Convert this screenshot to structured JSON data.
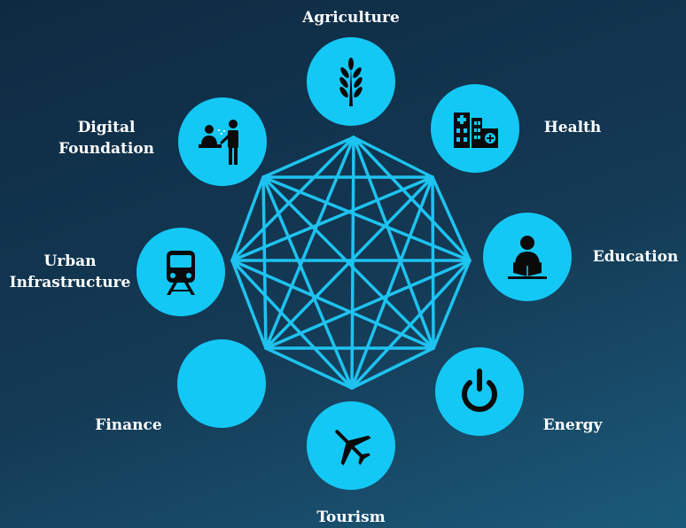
{
  "sectors": {
    "agriculture": "Agriculture",
    "health": "Health",
    "education": "Education",
    "energy": "Energy",
    "tourism": "Tourism",
    "finance": "Finance",
    "urban_line1": "Urban",
    "urban_line2": "Infrastructure",
    "digital_line1": "Digital",
    "digital_line2": "Foundation"
  },
  "colors": {
    "node_fill": "#14c8f5",
    "network_line": "#1ec3f0",
    "icon": "#0a0a0a",
    "label": "#ffffff"
  },
  "icons": {
    "agriculture": "wheat-icon",
    "health": "hospital-icon",
    "education": "reader-icon",
    "energy": "power-icon",
    "tourism": "airplane-icon",
    "finance": "none",
    "urban": "train-icon",
    "digital": "people-desk-icon"
  }
}
